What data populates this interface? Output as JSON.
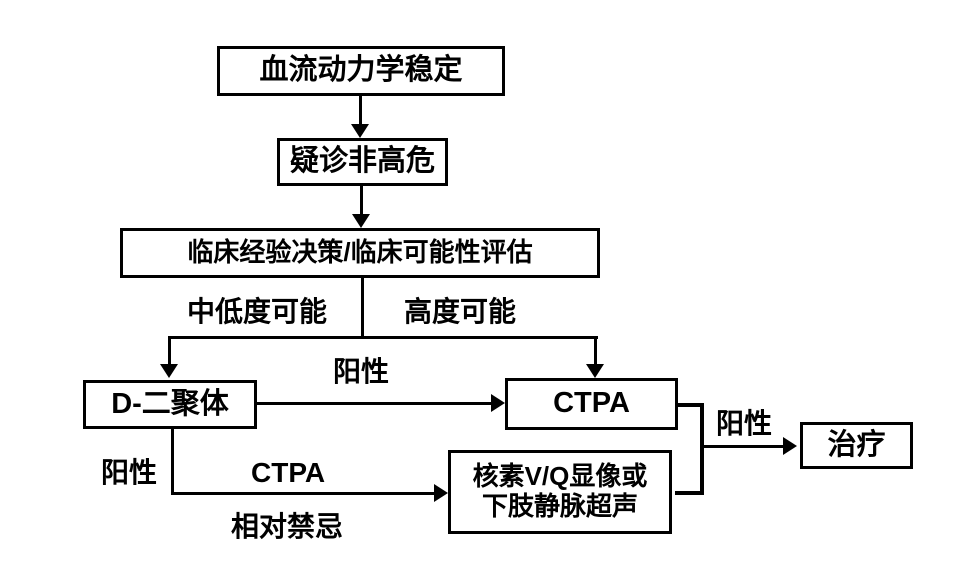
{
  "diagram": {
    "nodes": {
      "hemodynamic": "血流动力学稳定",
      "suspected": "疑诊非高危",
      "assessment": "临床经验决策/临床可能性评估",
      "ddimer": "D-二聚体",
      "ctpa": "CTPA",
      "vq_line1": "核素V/Q显像或",
      "vq_line2": "下肢静脉超声",
      "treatment": "治疗"
    },
    "edge_labels": {
      "low_mid_probability": "中低度可能",
      "high_probability": "高度可能",
      "positive_ddimer_to_ctpa": "阳性",
      "positive_ddimer_down": "阳性",
      "ctpa_contraindicated_line1": "CTPA",
      "ctpa_contraindicated_line2": "相对禁忌",
      "positive_to_treatment": "阳性"
    },
    "colors": {
      "line": "#000000",
      "text": "#000000",
      "background": "#ffffff",
      "box_fill": "#ffffff"
    }
  }
}
